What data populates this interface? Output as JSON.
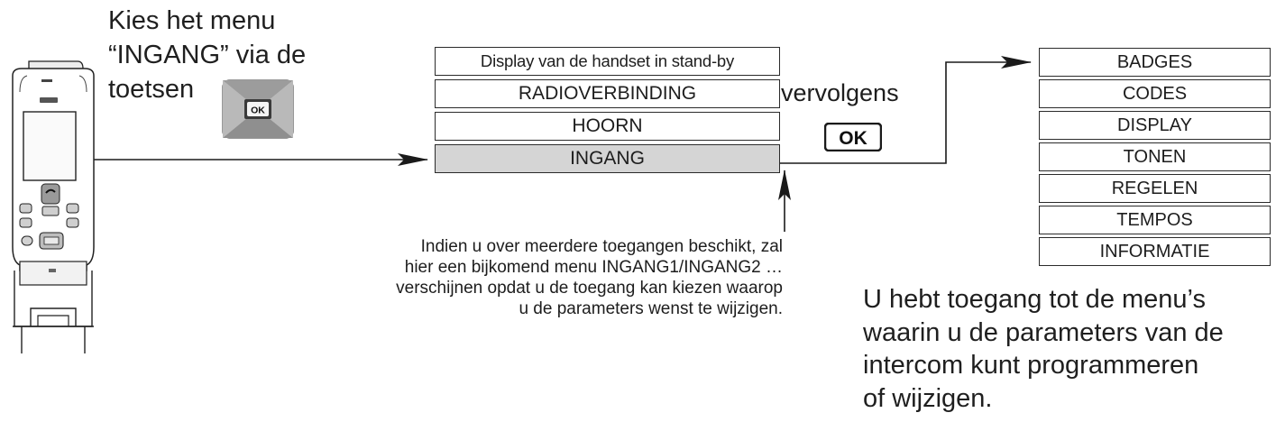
{
  "intro": {
    "lines": [
      "Kies het menu",
      "“INGANG” via de",
      "toetsen"
    ]
  },
  "menu_main": {
    "items": [
      {
        "label": "Display van de handset in stand-by",
        "style": "title"
      },
      {
        "label": "RADIOVERBINDING",
        "style": "normal"
      },
      {
        "label": "HOORN",
        "style": "normal"
      },
      {
        "label": "INGANG",
        "style": "selected"
      }
    ]
  },
  "next": {
    "label": "vervolgens",
    "key_label": "OK"
  },
  "nav_key": {
    "key_label": "OK"
  },
  "note": {
    "lines": [
      "Indien u over meerdere toegangen beschikt, zal",
      "hier een bijkomend menu INGANG1/INGANG2 …",
      "verschijnen opdat u de toegang kan kiezen waarop",
      "u de parameters wenst te wijzigen."
    ]
  },
  "menu_sub": {
    "items": [
      "BADGES",
      "CODES",
      "DISPLAY",
      "TONEN",
      "REGELEN",
      "TEMPOS",
      "INFORMATIE"
    ]
  },
  "result": {
    "lines": [
      "U hebt toegang tot de menu’s",
      "waarin u de parameters van de",
      "intercom kunt programmeren",
      "of wijzigen."
    ]
  },
  "colors": {
    "selected_row": "#d5d5d5",
    "key_dark": "#3a3a3a",
    "key_mid": "#8f8f8f",
    "key_light": "#c9c9c9"
  }
}
